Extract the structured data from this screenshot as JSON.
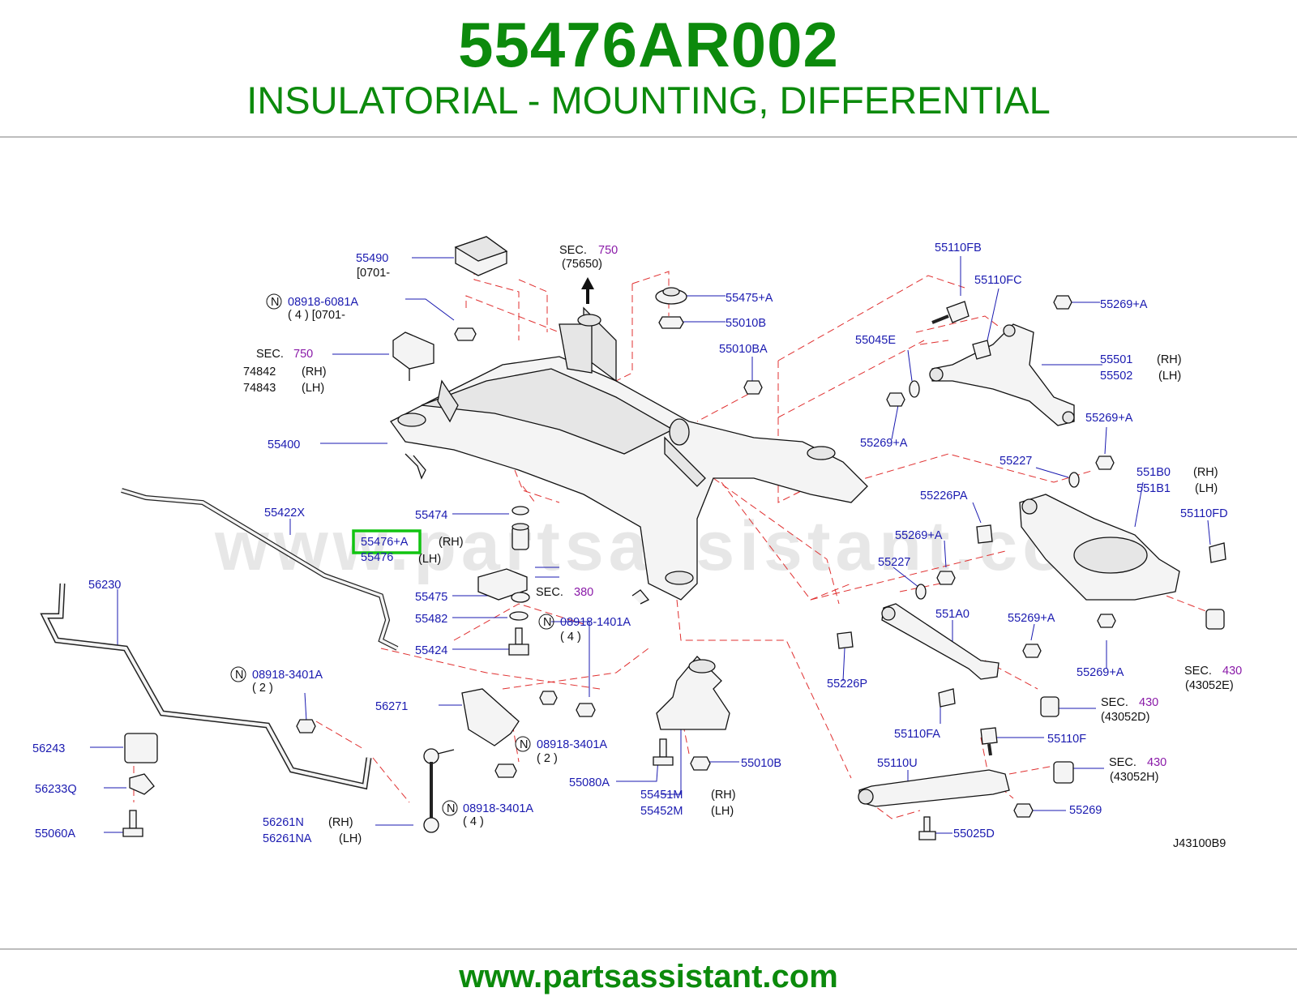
{
  "header": {
    "part_number": "55476AR002",
    "description": "INSULATORIAL - MOUNTING, DIFFERENTIAL"
  },
  "footer": {
    "url": "www.partsassistant.com"
  },
  "watermark": "www.partsassistant.com",
  "diagram_code": "J43100B9",
  "highlight_color": "#11c411",
  "labels": {
    "p55490": "55490",
    "p55490_note": "[0701-",
    "n_08918_6081A": "08918-6081A",
    "n_08918_6081A_qty": "( 4 ) [0701-",
    "sec750_a": "SEC.",
    "sec750_a_num": "750",
    "p74842": "74842",
    "p74843": "74843",
    "rh": "(RH)",
    "lh": "(LH)",
    "p55400": "55400",
    "p55422X": "55422X",
    "p55474": "55474",
    "p55476A": "55476+A",
    "p55476": "55476",
    "p55475": "55475",
    "sec380": "SEC.",
    "sec380_num": "380",
    "p55482": "55482",
    "p55424": "55424",
    "n_08918_1401A": "08918-1401A",
    "n_08918_1401A_qty": "( 4 )",
    "p56230": "56230",
    "n_08918_3401A_1": "08918-3401A",
    "qty2_a": "( 2 )",
    "p56271": "56271",
    "n_08918_3401A_2": "08918-3401A",
    "qty2_b": "( 2 )",
    "n_08918_3401A_3": "08918-3401A",
    "qty4_b": "( 4 )",
    "p56243": "56243",
    "p56233Q": "56233Q",
    "p55060A": "55060A",
    "p56261N": "56261N",
    "p56261NA": "56261NA",
    "p55080A": "55080A",
    "p55451M": "55451M",
    "p55452M": "55452M",
    "p55010B_low": "55010B",
    "sec750_top": "SEC.",
    "sec750_top_num": "750",
    "sec750_top_code": "(75650)",
    "p55475A": "55475+A",
    "p55010B": "55010B",
    "p55010BA": "55010BA",
    "p55110FB": "55110FB",
    "p55110FC": "55110FC",
    "p55269A_1": "55269+A",
    "p55045E": "55045E",
    "p55501": "55501",
    "p55502": "55502",
    "p55269A_2": "55269+A",
    "p55269A_3": "55269+A",
    "p55227_a": "55227",
    "p551B0": "551B0",
    "p551B1": "551B1",
    "p55226PA": "55226PA",
    "p55110FD": "55110FD",
    "p55269A_4": "55269+A",
    "p55227_b": "55227",
    "p551A0": "551A0",
    "p55269A_5": "55269+A",
    "p55226P": "55226P",
    "p55269A_6": "55269+A",
    "sec430_a": "SEC.",
    "sec430_a_num": "430",
    "sec430_a_code": "(43052E)",
    "sec430_b": "SEC.",
    "sec430_b_num": "430",
    "sec430_b_code": "(43052D)",
    "p55110FA": "55110FA",
    "p55110F": "55110F",
    "p55110U": "55110U",
    "sec430_c": "SEC.",
    "sec430_c_num": "430",
    "sec430_c_code": "(43052H)",
    "p55269": "55269",
    "p55025D": "55025D",
    "n_symbol": "N"
  }
}
